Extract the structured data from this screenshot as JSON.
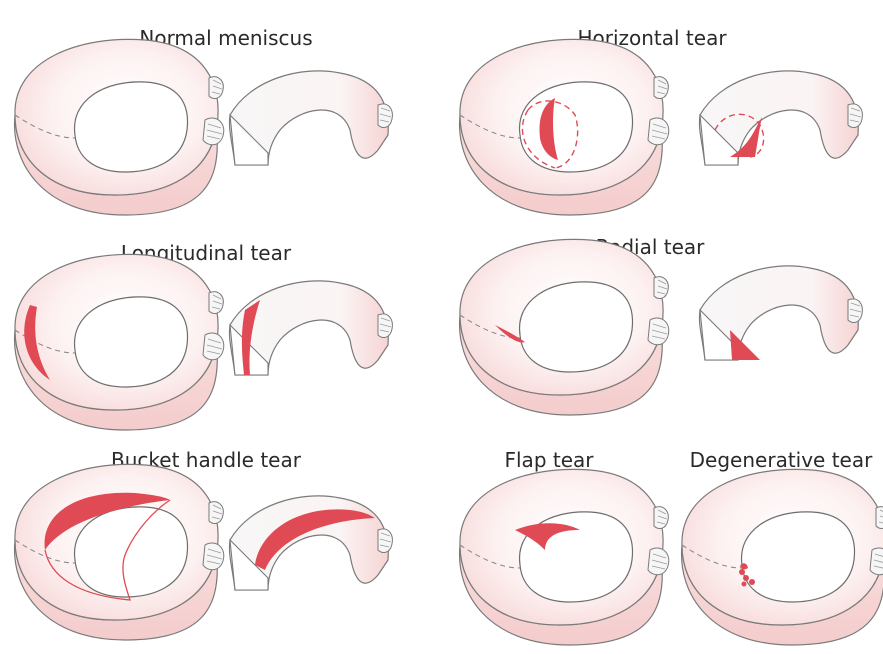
{
  "titles": {
    "normal": "Normal meniscus",
    "horizontal": "Horizontal tear",
    "longitudinal": "Longitudinal tear",
    "radial": "Radial tear",
    "bucket": "Bucket handle tear",
    "flap": "Flap tear",
    "degenerative": "Degenerative tear"
  },
  "colors": {
    "tissue": "#f9dcdc",
    "tissue_light": "#fdf3f3",
    "cut_surface": "#f5f3f3",
    "outline": "#7a7a7a",
    "tear": "#e04a55"
  }
}
